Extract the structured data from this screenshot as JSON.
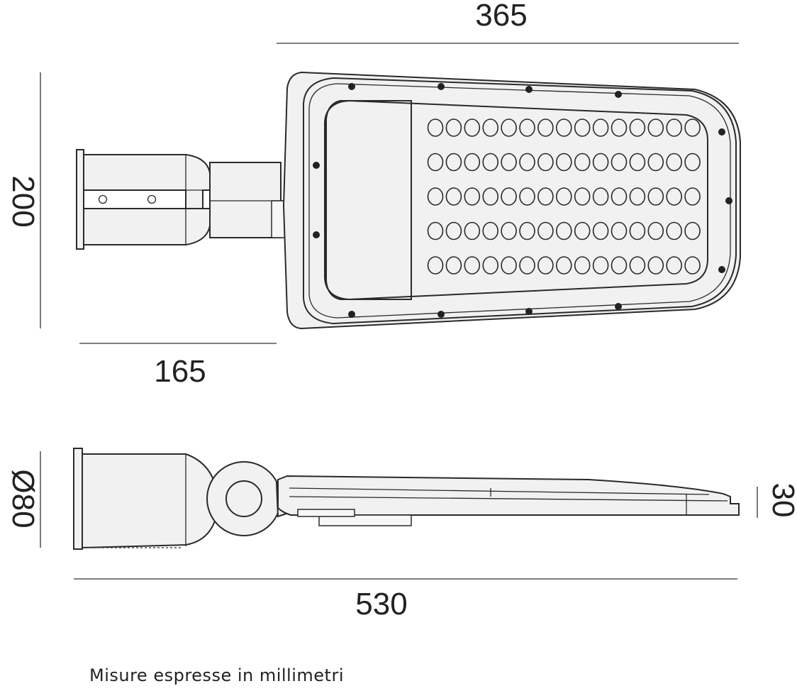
{
  "dimensions": {
    "top_view_length": "365",
    "top_view_height": "200",
    "bracket_length": "165",
    "side_view_total_length": "530",
    "pole_diameter": "Ø80",
    "body_thickness": "30"
  },
  "note": "Misure espresse in millimetri",
  "led_array": {
    "rows": 5,
    "per_row": 15
  },
  "colors": {
    "line": "#2a2a2a",
    "fill": "#f1f1f1",
    "background": "#ffffff"
  }
}
